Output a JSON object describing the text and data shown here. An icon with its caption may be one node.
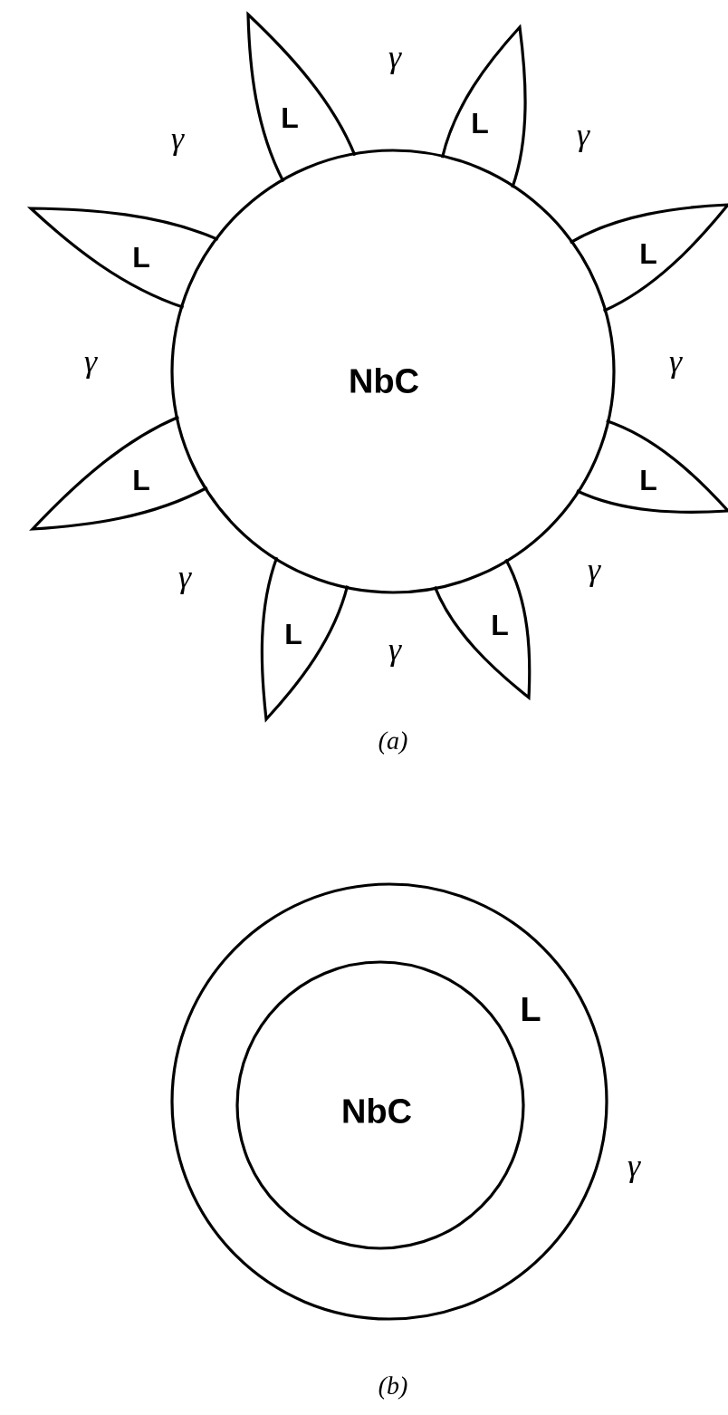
{
  "diagram": {
    "nodes": [
      {
        "text": [
          "NbC"
        ]
      },
      {
        "text": [
          "L"
        ]
      },
      {
        "text": [
          "L"
        ]
      },
      {
        "text": [
          "L"
        ]
      },
      {
        "text": [
          "L"
        ]
      },
      {
        "text": [
          "L"
        ]
      },
      {
        "text": [
          "L"
        ]
      },
      {
        "text": [
          "L"
        ]
      },
      {
        "text": [
          "L"
        ]
      },
      {
        "text": [
          "L"
        ]
      },
      {
        "text": [
          "NbC"
        ],
        "in": 9
      }
    ],
    "labels": [
      "γ",
      "γ",
      "γ",
      "γ",
      "γ",
      "γ",
      "γ",
      "γ",
      "(a)",
      "γ",
      "(b)"
    ]
  }
}
